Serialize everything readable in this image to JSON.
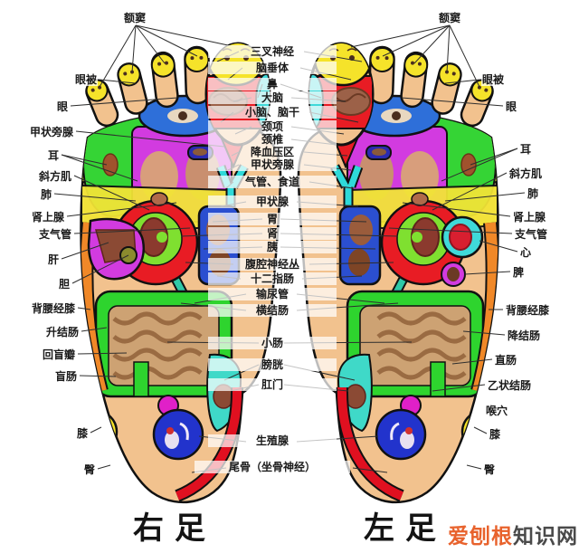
{
  "diagram_title_left_foot_figure": "右足",
  "diagram_title_right_foot_figure": "左足",
  "watermark": {
    "red_part": "爱刨根",
    "dark_part": "知识网"
  },
  "labels": {
    "left": [
      "额窦",
      "眼被",
      "眼",
      "甲状旁腺",
      "耳",
      "斜方肌",
      "肺",
      "肾上腺",
      "支气管",
      "肝",
      "胆",
      "背腰经膝",
      "升结肠",
      "回盲瓣",
      "盲肠",
      "膝",
      "臀"
    ],
    "center": [
      "三叉神经",
      "脑垂体",
      "鼻",
      "大脑",
      "小脑、脑干",
      "颈项",
      "颈椎",
      "降血压区",
      "甲状旁腺",
      "气管、食道",
      "甲状腺",
      "胃",
      "肾",
      "胰",
      "腹腔神经丛",
      "十二指肠",
      "输尿管",
      "横结肠",
      "小肠",
      "膀胱",
      "肛门",
      "生殖腺",
      "尾骨（坐骨神经）"
    ],
    "right": [
      "额窦",
      "眼被",
      "眼",
      "耳",
      "斜方肌",
      "肺",
      "肾上腺",
      "支气管",
      "心",
      "脾",
      "背腰经膝",
      "降结肠",
      "直肠",
      "乙状结肠",
      "喉穴",
      "膝",
      "臀"
    ]
  },
  "colors": {
    "skin": "#f2c28e",
    "region_red": "#e81c24",
    "region_yellow": "#f2e437",
    "region_green": "#35d435",
    "region_cyan": "#3fd9d9",
    "region_blue": "#2b4fd0",
    "region_magenta": "#d23be0",
    "region_orange": "#f08828",
    "intestine_brown": "#cda273",
    "watermark_red": "#e8622c",
    "watermark_dark": "#4a4a4a"
  }
}
